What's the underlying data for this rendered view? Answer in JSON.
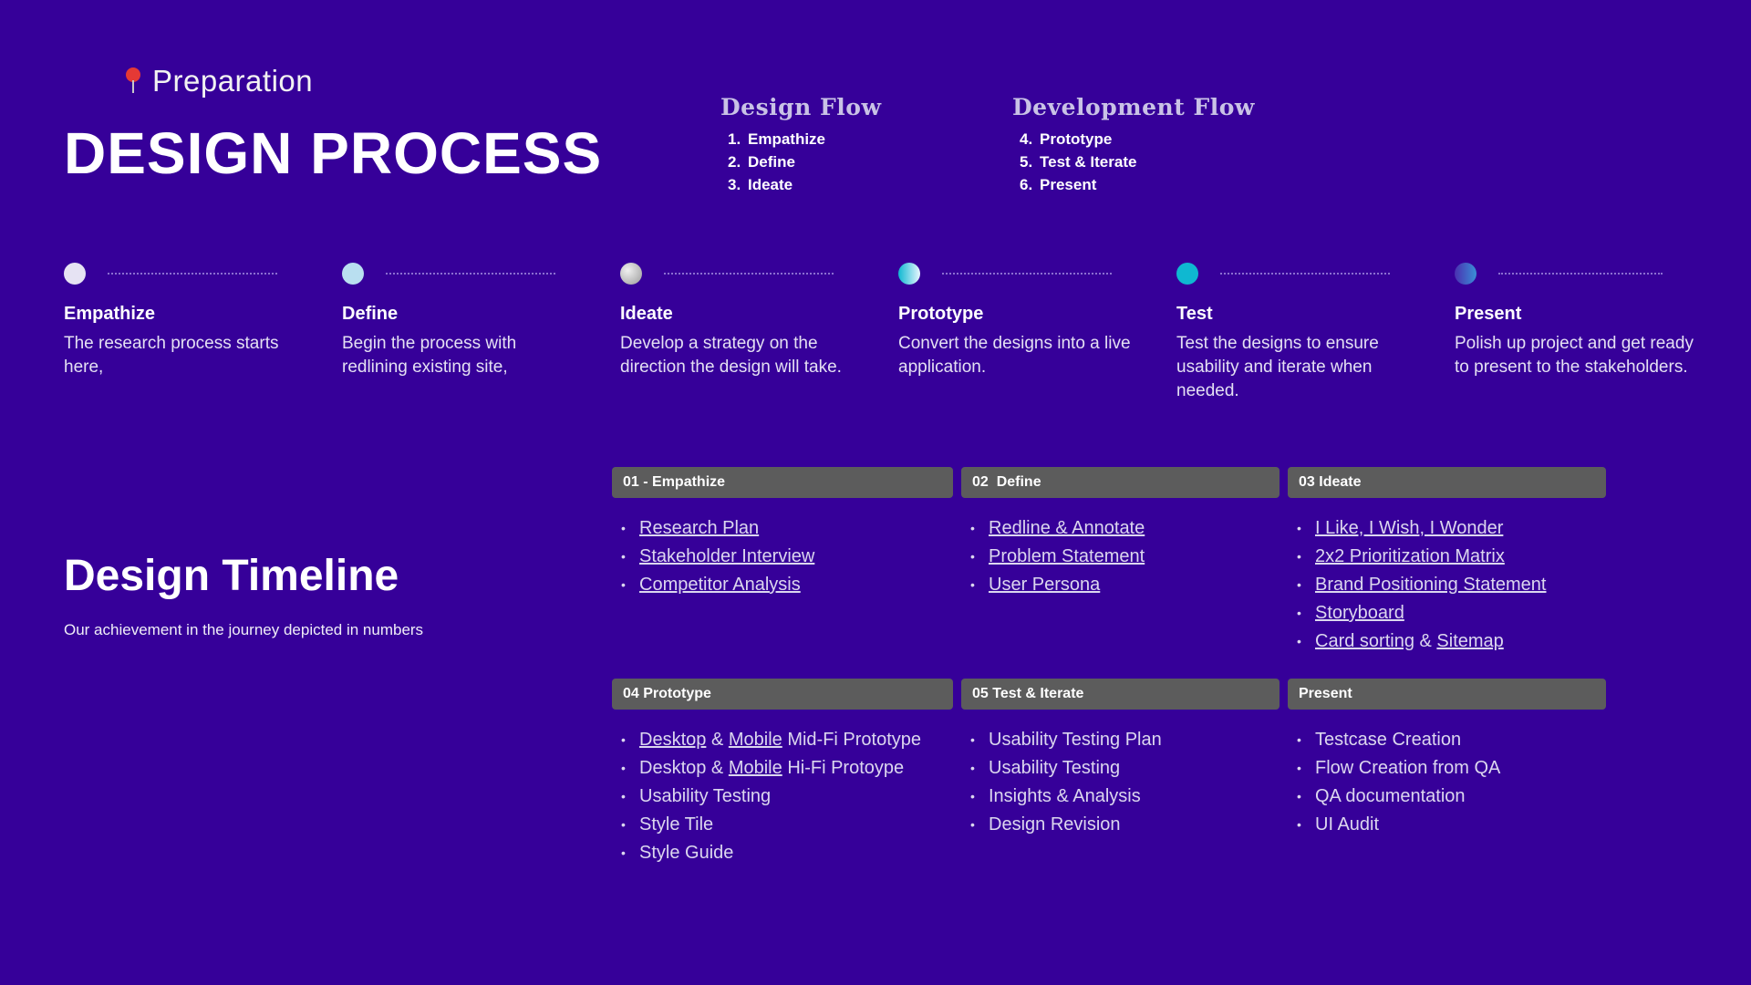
{
  "header": {
    "preparation_label": "Preparation",
    "title": "DESIGN PROCESS"
  },
  "flows": {
    "design": {
      "title": "Design Flow",
      "items": [
        {
          "num": "1.",
          "label": "Empathize"
        },
        {
          "num": "2.",
          "label": "Define"
        },
        {
          "num": "3.",
          "label": "Ideate"
        }
      ]
    },
    "development": {
      "title": "Development Flow",
      "items": [
        {
          "num": "4.",
          "label": "Prototype"
        },
        {
          "num": "5.",
          "label": "Test & Iterate"
        },
        {
          "num": "6.",
          "label": "Present"
        }
      ]
    }
  },
  "steps": [
    {
      "title": "Empathize",
      "text": "The research process starts here,",
      "color": "#e6e3f3"
    },
    {
      "title": "Define",
      "text": "Begin the process with redlining existing site,",
      "color": "#b9dff0"
    },
    {
      "title": "Ideate",
      "text": "Develop a strategy on the direction the design will take.",
      "color": "#d0d0d0"
    },
    {
      "title": "Prototype",
      "text": "Convert the designs into a live application.",
      "color": "#35b6d6"
    },
    {
      "title": "Test",
      "text": "Test the designs to ensure usability and iterate when needed.",
      "color": "#0fb8d1"
    },
    {
      "title": "Present",
      "text": "Polish up project and get ready to present to the stakeholders.",
      "color": "#3a56c8"
    }
  ],
  "timeline": {
    "title": "Design Timeline",
    "subtitle": "Our achievement in the journey depicted in numbers"
  },
  "phases": {
    "empathize": {
      "header": "01 - Empathize",
      "items": [
        "Research Plan",
        "Stakeholder Interview",
        "Competitor Analysis"
      ]
    },
    "define": {
      "header": "02  Define",
      "items": [
        "Redline & Annotate",
        "Problem Statement",
        "User Persona"
      ]
    },
    "ideate": {
      "header": "03 Ideate",
      "items": [
        "I Like, I Wish, I Wonder",
        "2x2 Prioritization Matrix",
        "Brand Positioning Statement",
        "Storyboard",
        "Card sorting",
        "&",
        "Sitemap"
      ]
    },
    "prototype": {
      "header": "04 Prototype",
      "items": [
        "Desktop",
        "&",
        "Mobile",
        "Mid-Fi Prototype",
        "Desktop &",
        "Mobile",
        "Hi-Fi Protoype",
        "Usability Testing",
        "Style Tile",
        "Style Guide"
      ]
    },
    "test": {
      "header": "05 Test & Iterate",
      "items": [
        "Usability Testing Plan",
        "Usability Testing",
        "Insights & Analysis",
        "Design Revision"
      ]
    },
    "present": {
      "header": "Present",
      "items": [
        "Testcase Creation",
        "Flow Creation from QA",
        "QA documentation",
        "UI Audit"
      ]
    }
  }
}
